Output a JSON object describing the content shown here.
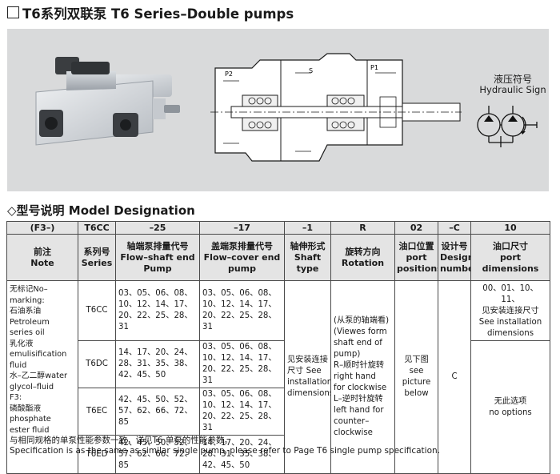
{
  "title": "T6系列双联泵  T6 Series–Double pumps",
  "hydraulic": {
    "cn": "液压符号",
    "en": "Hydraulic Sign"
  },
  "drawing_labels": {
    "p2": "P2",
    "s": "S",
    "p1": "P1"
  },
  "section_title": "型号说明 Model Designation",
  "code_row": [
    "(F3–)",
    "T6CC",
    "–25",
    "–17",
    "–1",
    "R",
    "02",
    "–C",
    "10"
  ],
  "header": {
    "note": "前注\nNote",
    "series": "系列号\nSeries",
    "shaft_pump": "轴端泵排量代号\nFlow–shaft end\nPump",
    "cover_pump": "盖端泵排量代号\nFlow–cover end\npump",
    "shaft_type": "轴伸形式\nShaft type",
    "rotation": "旋转方向\nRotation",
    "ports": "油口位置\nport\npositions",
    "design": "设计号\nDesign\nnumber",
    "port_dim": "油口尺寸\nport dimensions"
  },
  "note_text": "无标记No–\nmarking:\n石油系油\nPetroleum\nseries oil\n乳化液\nemulisification\nfluid\n水–乙二醇water\nglycol–fluid\nF3:\n磷酸酯液\nphosphate\nester fluid",
  "rows": [
    {
      "series": "T6CC",
      "shaft": "03、05、06、08、\n10、12、14、17、\n20、22、25、28、31",
      "cover": "03、05、06、08、\n10、12、14、17、\n20、22、25、28、31"
    },
    {
      "series": "T6DC",
      "shaft": "14、17、20、24、\n28、31、35、38、\n42、45、50",
      "cover": "03、05、06、08、\n10、12、14、17、\n20、22、25、28、31"
    },
    {
      "series": "T6EC",
      "shaft": "42、45、50、52、\n57、62、66、72、85",
      "cover": "03、05、06、08、\n10、12、14、17、\n20、22、25、28、31"
    },
    {
      "series": "T6ED",
      "shaft": "42、45、50、52、\n57、62、66、72、85",
      "cover": "14、17、20、24、\n28、31、35、38、\n42、45、50"
    }
  ],
  "shaft_type_text": "见安装连接\n尺寸 See\ninstallation\ndimensions",
  "rotation_text": "(从泵的轴端看)\n(Viewes form\nshaft end of\npump)\nR–顺时针旋转\nright hand\nfor clockwise\nL–逆时针旋转\nleft hand for\ncounter–\nclockwise",
  "ports_text": "见下图\nsee\npicture\nbelow",
  "design_text": "C",
  "port_dim_top": "00、01、10、11、\n见安装连接尺寸\nSee installation\ndimensions",
  "port_dim_bottom": "无此选项\nno options",
  "footer_cn": "与相同规格的单泵性能参数一致，详见T6 单泵的性能参数。",
  "footer_en": "Specification is as the same as similar single pump, please refer to Page T6 single pump specification."
}
